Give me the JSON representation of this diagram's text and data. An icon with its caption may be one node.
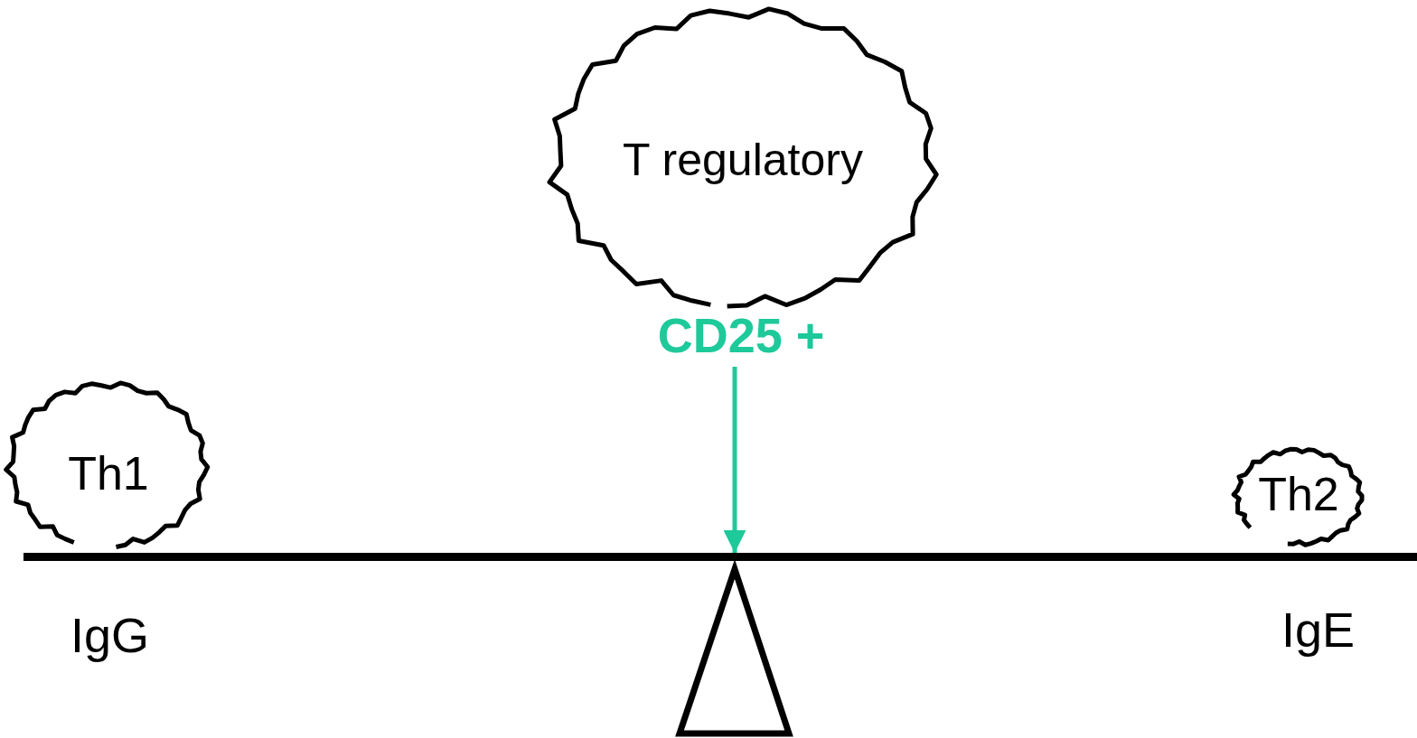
{
  "diagram": {
    "nodes": [
      {
        "text": [
          "T regulatory"
        ]
      },
      {
        "text": [
          "CD25 +"
        ]
      },
      {
        "text": [],
        "shape": "bar"
      },
      {
        "text": [
          "Th1"
        ]
      },
      {
        "text": [
          "Th2"
        ]
      }
    ],
    "edges": [
      {
        "from": 1,
        "to": 2,
        "arrow": "to",
        "color": "#1ec99a"
      }
    ],
    "labels": [
      "IgG",
      "IgE"
    ]
  }
}
